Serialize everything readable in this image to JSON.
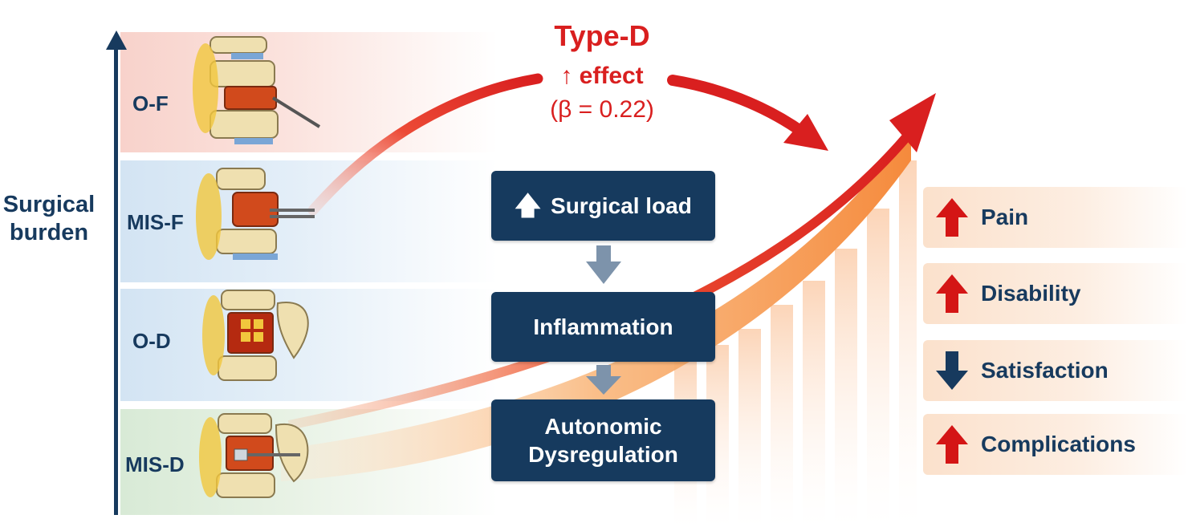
{
  "axis": {
    "label": "Surgical\nburden"
  },
  "bands": [
    {
      "label": "O-F"
    },
    {
      "label": "MIS-F"
    },
    {
      "label": "O-D"
    },
    {
      "label": "MIS-D"
    }
  ],
  "annotation": {
    "title": "Type-D",
    "effect": "↑ effect",
    "beta": "(β = 0.22)"
  },
  "flow": {
    "surgical_load": "Surgical load",
    "inflammation": "Inflammation",
    "autonomic": "Autonomic\nDysregulation"
  },
  "outcomes": [
    {
      "label": "Pain",
      "direction": "up"
    },
    {
      "label": "Disability",
      "direction": "up"
    },
    {
      "label": "Satisfaction",
      "direction": "down"
    },
    {
      "label": "Complications",
      "direction": "up"
    }
  ],
  "colors": {
    "navy": "#163a5e",
    "red": "#d91f1f",
    "orange": "#f7a766"
  }
}
